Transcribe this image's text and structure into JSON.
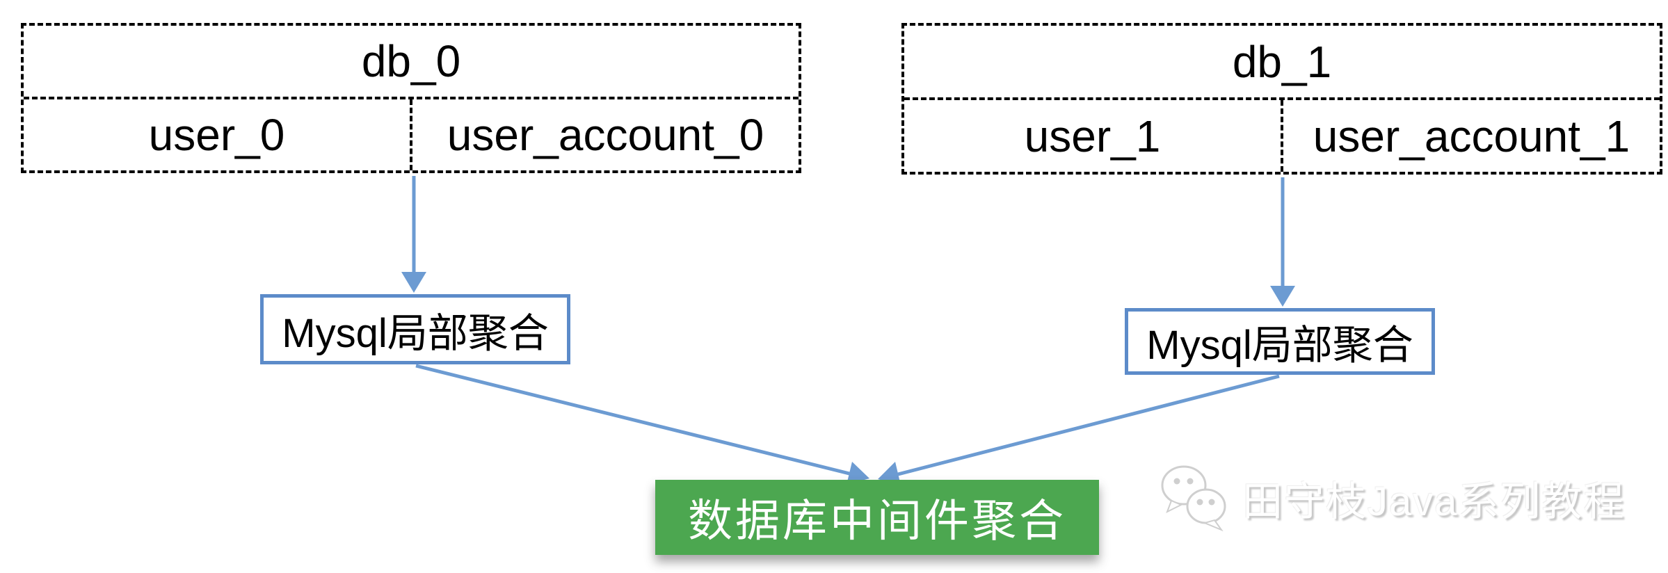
{
  "diagram": {
    "type": "database-sharding-aggregation",
    "tables": [
      {
        "id": "db_0",
        "title": "db_0",
        "cells": [
          "user_0",
          "user_account_0"
        ]
      },
      {
        "id": "db_1",
        "title": "db_1",
        "cells": [
          "user_1",
          "user_account_1"
        ]
      }
    ],
    "aggregators": [
      {
        "id": "local-agg-left",
        "label": "Mysql局部聚合"
      },
      {
        "id": "local-agg-right",
        "label": "Mysql局部聚合"
      }
    ],
    "middleware": {
      "label": "数据库中间件聚合"
    },
    "connections": [
      {
        "from": "db_0",
        "to": "local-agg-left"
      },
      {
        "from": "db_1",
        "to": "local-agg-right"
      },
      {
        "from": "local-agg-left",
        "to": "middleware"
      },
      {
        "from": "local-agg-right",
        "to": "middleware"
      }
    ]
  },
  "watermark": {
    "icon": "wechat-icon",
    "text": "田守枝Java系列教程"
  },
  "colors": {
    "table_border": "#000000",
    "arrow_blue": "#6C9BD2",
    "agg_border_blue": "#5C8BC9",
    "middleware_green": "#4CA750",
    "middleware_text": "#ffffff",
    "watermark_gray": "#c6c6c6",
    "background": "#ffffff"
  }
}
